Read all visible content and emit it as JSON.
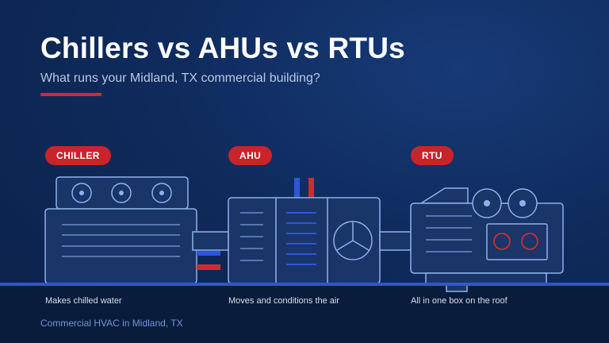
{
  "header": {
    "title": "Chillers vs AHUs vs RTUs",
    "subtitle": "What runs your Midland, TX commercial building?"
  },
  "units": [
    {
      "badge": "CHILLER",
      "caption": "Makes chilled water"
    },
    {
      "badge": "AHU",
      "caption": "Moves and conditions the air"
    },
    {
      "badge": "RTU",
      "caption": "All in one box on the roof"
    }
  ],
  "footer": {
    "text": "Commercial HVAC in Midland, TX"
  },
  "colors": {
    "background": "#0f2b5c",
    "accent_red": "#d12a2f",
    "line_blue": "#2f56d8",
    "outline": "#8fb0ec"
  }
}
